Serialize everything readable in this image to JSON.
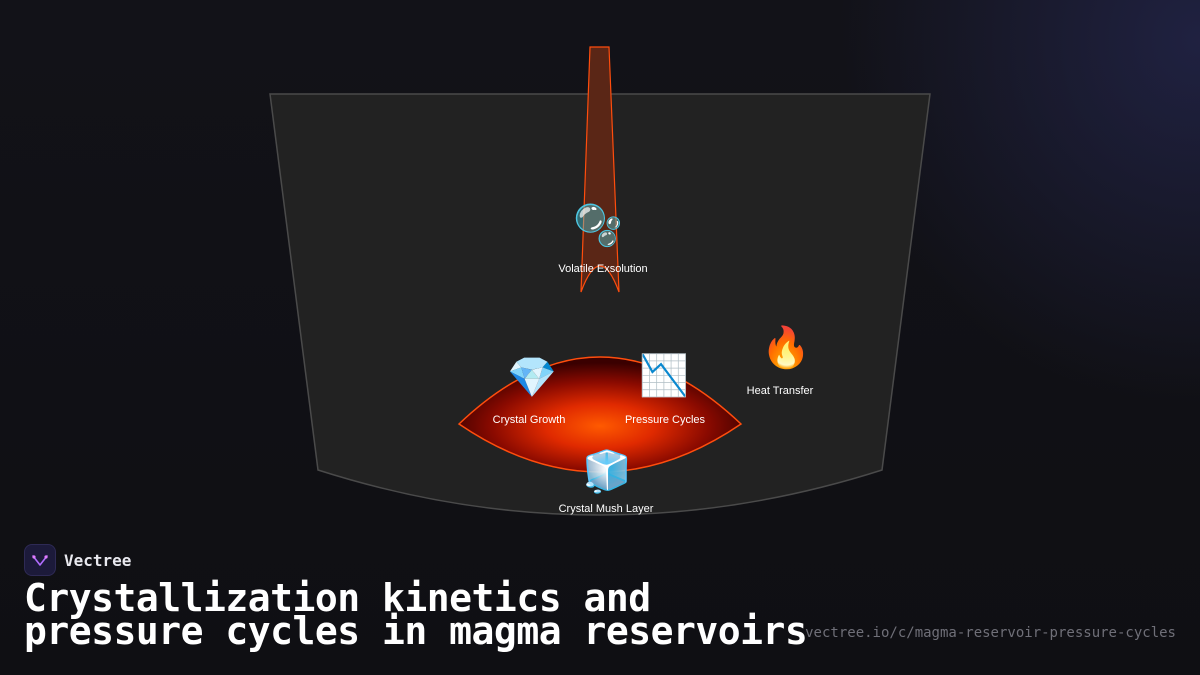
{
  "diagram": {
    "labels": {
      "volatile": "Volatile Exsolution",
      "crystal_growth": "Crystal Growth",
      "pressure_cycles": "Pressure Cycles",
      "heat_transfer": "Heat Transfer",
      "crystal_mush": "Crystal Mush Layer"
    },
    "icons": {
      "volatile": "🫧",
      "crystal_growth": "💎",
      "pressure_cycles": "📉",
      "heat_transfer": "🔥",
      "crystal_mush": "🧊"
    },
    "colors": {
      "chamber_fill": "#222222",
      "chamber_stroke": "#555555",
      "magma_edge": "#ff4d0d",
      "magma_core": "#ff5500",
      "conduit_fill": "#5a2616"
    }
  },
  "brand": {
    "name": "Vectree"
  },
  "title": "Crystallization kinetics and pressure cycles in magma reservoirs",
  "url": "vectree.io/c/magma-reservoir-pressure-cycles"
}
